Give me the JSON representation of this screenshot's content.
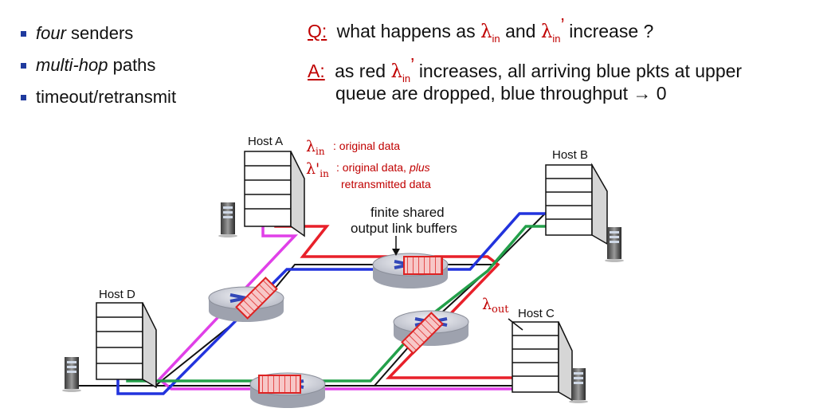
{
  "bullets": [
    {
      "em": "four",
      "rest": " senders"
    },
    {
      "em": "multi-hop",
      "rest": " paths"
    },
    {
      "em": "",
      "rest": "timeout/retransmit"
    }
  ],
  "question": {
    "tag": "Q:",
    "text1": "what happens as",
    "lambda": "λ",
    "sub": "in",
    "and": "and",
    "prime": "’",
    "text2": "increase ?"
  },
  "answer": {
    "tag": "A:",
    "text1": "as red",
    "lambda": "λ",
    "sub": "in",
    "prime": "’",
    "text2": "increases, all arriving blue pkts at upper",
    "line2": "queue are dropped, blue throughput → 0"
  },
  "diagram": {
    "host_a": "Host A",
    "host_b": "Host B",
    "host_c": "Host C",
    "host_d": "Host D",
    "lambda_in_label": "λ",
    "lambda_in_sub": "in",
    "lambda_in_text": ": original data",
    "lambda_prime_label": "λ'",
    "lambda_prime_sub": "in",
    "lambda_prime_text": ": original data,",
    "plus": "plus",
    "retransmitted": "retransmitted data",
    "buffer_line1": "finite shared",
    "buffer_line2": "output link buffers",
    "lambda_out_label": "λ",
    "lambda_out_sub": "out"
  },
  "colors": {
    "red": "#e8202a",
    "blue": "#2233dd",
    "green": "#23a04a",
    "magenta": "#e040e8",
    "label_red": "#c00000"
  }
}
